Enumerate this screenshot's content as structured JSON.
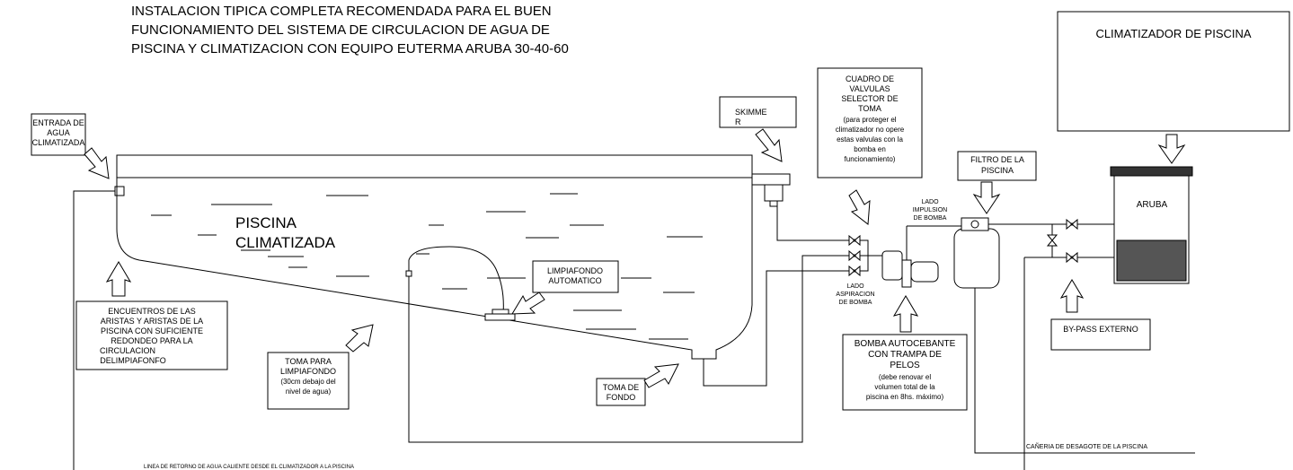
{
  "title_lines": [
    "INSTALACION TIPICA COMPLETA RECOMENDADA PARA EL BUEN",
    "FUNCIONAMIENTO DEL SISTEMA DE CIRCULACION DE AGUA DE",
    "PISCINA Y CLIMATIZACION CON EQUIPO EUTERMA ARUBA 30-40-60"
  ],
  "labels": {
    "climatizador": "CLIMATIZADOR DE PISCINA",
    "entrada": [
      "ENTRADA DE",
      "AGUA",
      "CLIMATIZADA"
    ],
    "skimmer": [
      "SKIMME",
      "R"
    ],
    "cuadro": [
      "CUADRO DE",
      "VALVULAS",
      "SELECTOR DE",
      "TOMA",
      "(para proteger el",
      "climatizador no opere",
      "estas valvulas con la",
      "bomba en",
      "funcionamiento)"
    ],
    "filtro": [
      "FILTRO DE LA",
      "PISCINA"
    ],
    "aruba": "ARUBA",
    "piscina": [
      "PISCINA",
      "CLIMATIZADA"
    ],
    "limpiafondo_auto": [
      "LIMPIAFONDO",
      "AUTOMATICO"
    ],
    "encuentros": [
      "ENCUENTROS DE LAS",
      "ARISTAS Y ARISTAS DE LA",
      "PISCINA CON SUFICIENTE",
      "REDONDEO PARA LA",
      "CIRCULACION",
      "DELIMPIAFONFO"
    ],
    "toma_limpiafondo": [
      "TOMA PARA",
      "LIMPIAFONDO",
      "(30cm debajo del",
      "nivel de agua)"
    ],
    "toma_fondo": [
      "TOMA DE",
      "FONDO"
    ],
    "lado_impulsion": [
      "LADO",
      "IMPULSION",
      "DE BOMBA"
    ],
    "lado_aspiracion": [
      "LADO",
      "ASPIRACION",
      "DE BOMBA"
    ],
    "bomba": [
      "BOMBA AUTOCEBANTE",
      "CON TRAMPA DE",
      "PELOS",
      "(debe renovar el",
      "volumen total de la",
      "piscina en 8hs. máximo)"
    ],
    "bypass": "BY-PASS EXTERNO",
    "desagote": "CAÑERIA DE DESAGOTE DE LA PISCINA",
    "retorno": "LINEA DE RETORNO DE AGUA CALIENTE DESDE EL CLIMATIZADOR A LA PISCINA"
  }
}
